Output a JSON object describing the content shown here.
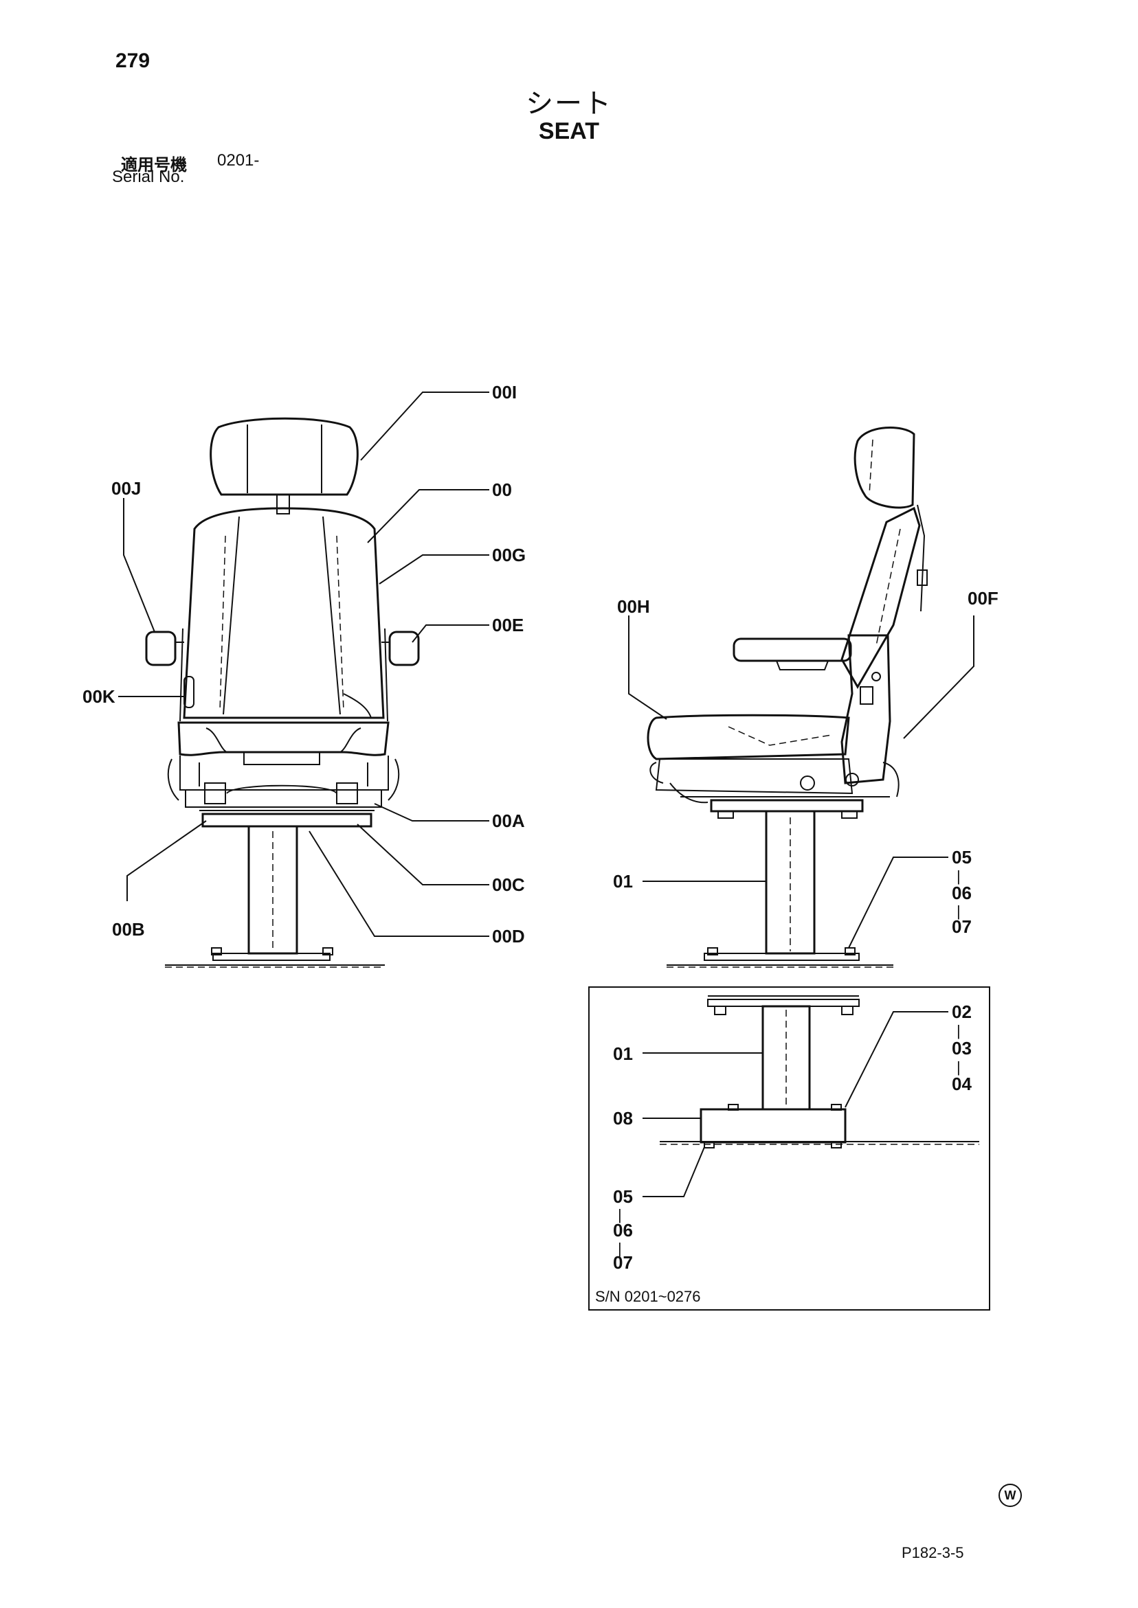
{
  "header": {
    "page_number": "279",
    "title_jp": "シート",
    "title_en": "SEAT",
    "serial_label_jp": "適用号機",
    "serial_range": "0201-",
    "serial_label_en": "Serial No."
  },
  "footer": {
    "page_code": "P182-3-5",
    "mark": "W"
  },
  "callouts": {
    "front": [
      "00I",
      "00J",
      "00",
      "00G",
      "00E",
      "00K",
      "00A",
      "00C",
      "00B",
      "00D"
    ],
    "side": [
      "00H",
      "00F",
      "01",
      "05",
      "06",
      "07"
    ],
    "inset": [
      "01",
      "02",
      "03",
      "04",
      "08",
      "05",
      "06",
      "07"
    ]
  },
  "inset_caption": "S/N  0201~0276"
}
